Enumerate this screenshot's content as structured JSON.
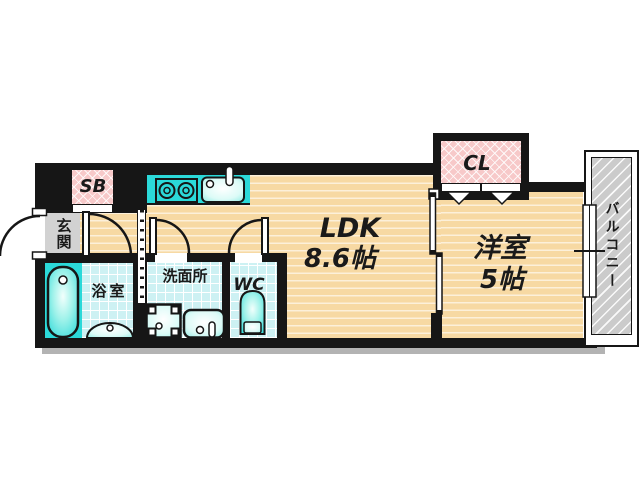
{
  "plan": {
    "ldk": {
      "label": "LDK",
      "size": "8.6帖"
    },
    "western_room": {
      "label": "洋室",
      "size": "5帖"
    },
    "closet": {
      "label": "CL"
    },
    "shoe_box": {
      "label": "SB"
    },
    "entrance": {
      "label": "玄関"
    },
    "bathroom": {
      "label": "浴室"
    },
    "washroom": {
      "label": "洗面所"
    },
    "wc": {
      "label": "WC"
    },
    "balcony": {
      "label": "バルコニー"
    }
  },
  "colors": {
    "wall": "#161616",
    "wood_floor": "#F7D9A3",
    "tile": "#CDF1F3",
    "fixture_teal": "#2BD9D9",
    "closet_pink": "#F7C9C9",
    "entrance_gray": "#D2D2D2",
    "balcony_gray": "#CBCBCB"
  }
}
